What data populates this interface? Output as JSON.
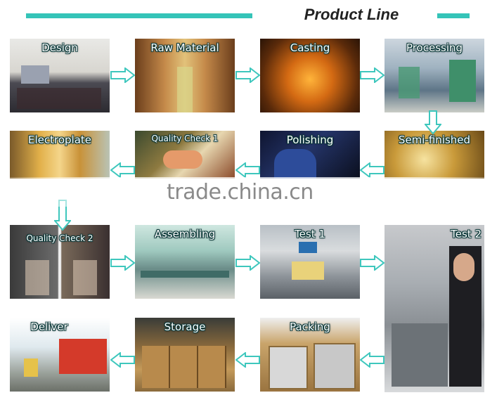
{
  "header": {
    "title": "Product Line"
  },
  "steps": [
    {
      "label": "Design"
    },
    {
      "label": "Raw Material"
    },
    {
      "label": "Casting"
    },
    {
      "label": "Processing"
    },
    {
      "label": "Electroplate"
    },
    {
      "label": "Quality Check 1"
    },
    {
      "label": "Polishing"
    },
    {
      "label": "Semi-finished"
    },
    {
      "label": "Quality Check 2"
    },
    {
      "label": "Assembling"
    },
    {
      "label": "Test 1"
    },
    {
      "label": "Test 2"
    },
    {
      "label": "Deliver"
    },
    {
      "label": "Storage"
    },
    {
      "label": "Packing"
    }
  ],
  "watermark": "trade.china.cn",
  "colors": {
    "accent": "#35c4b8",
    "arrow_fill": "#ffffff",
    "arrow_stroke": "#3ec7bd"
  }
}
